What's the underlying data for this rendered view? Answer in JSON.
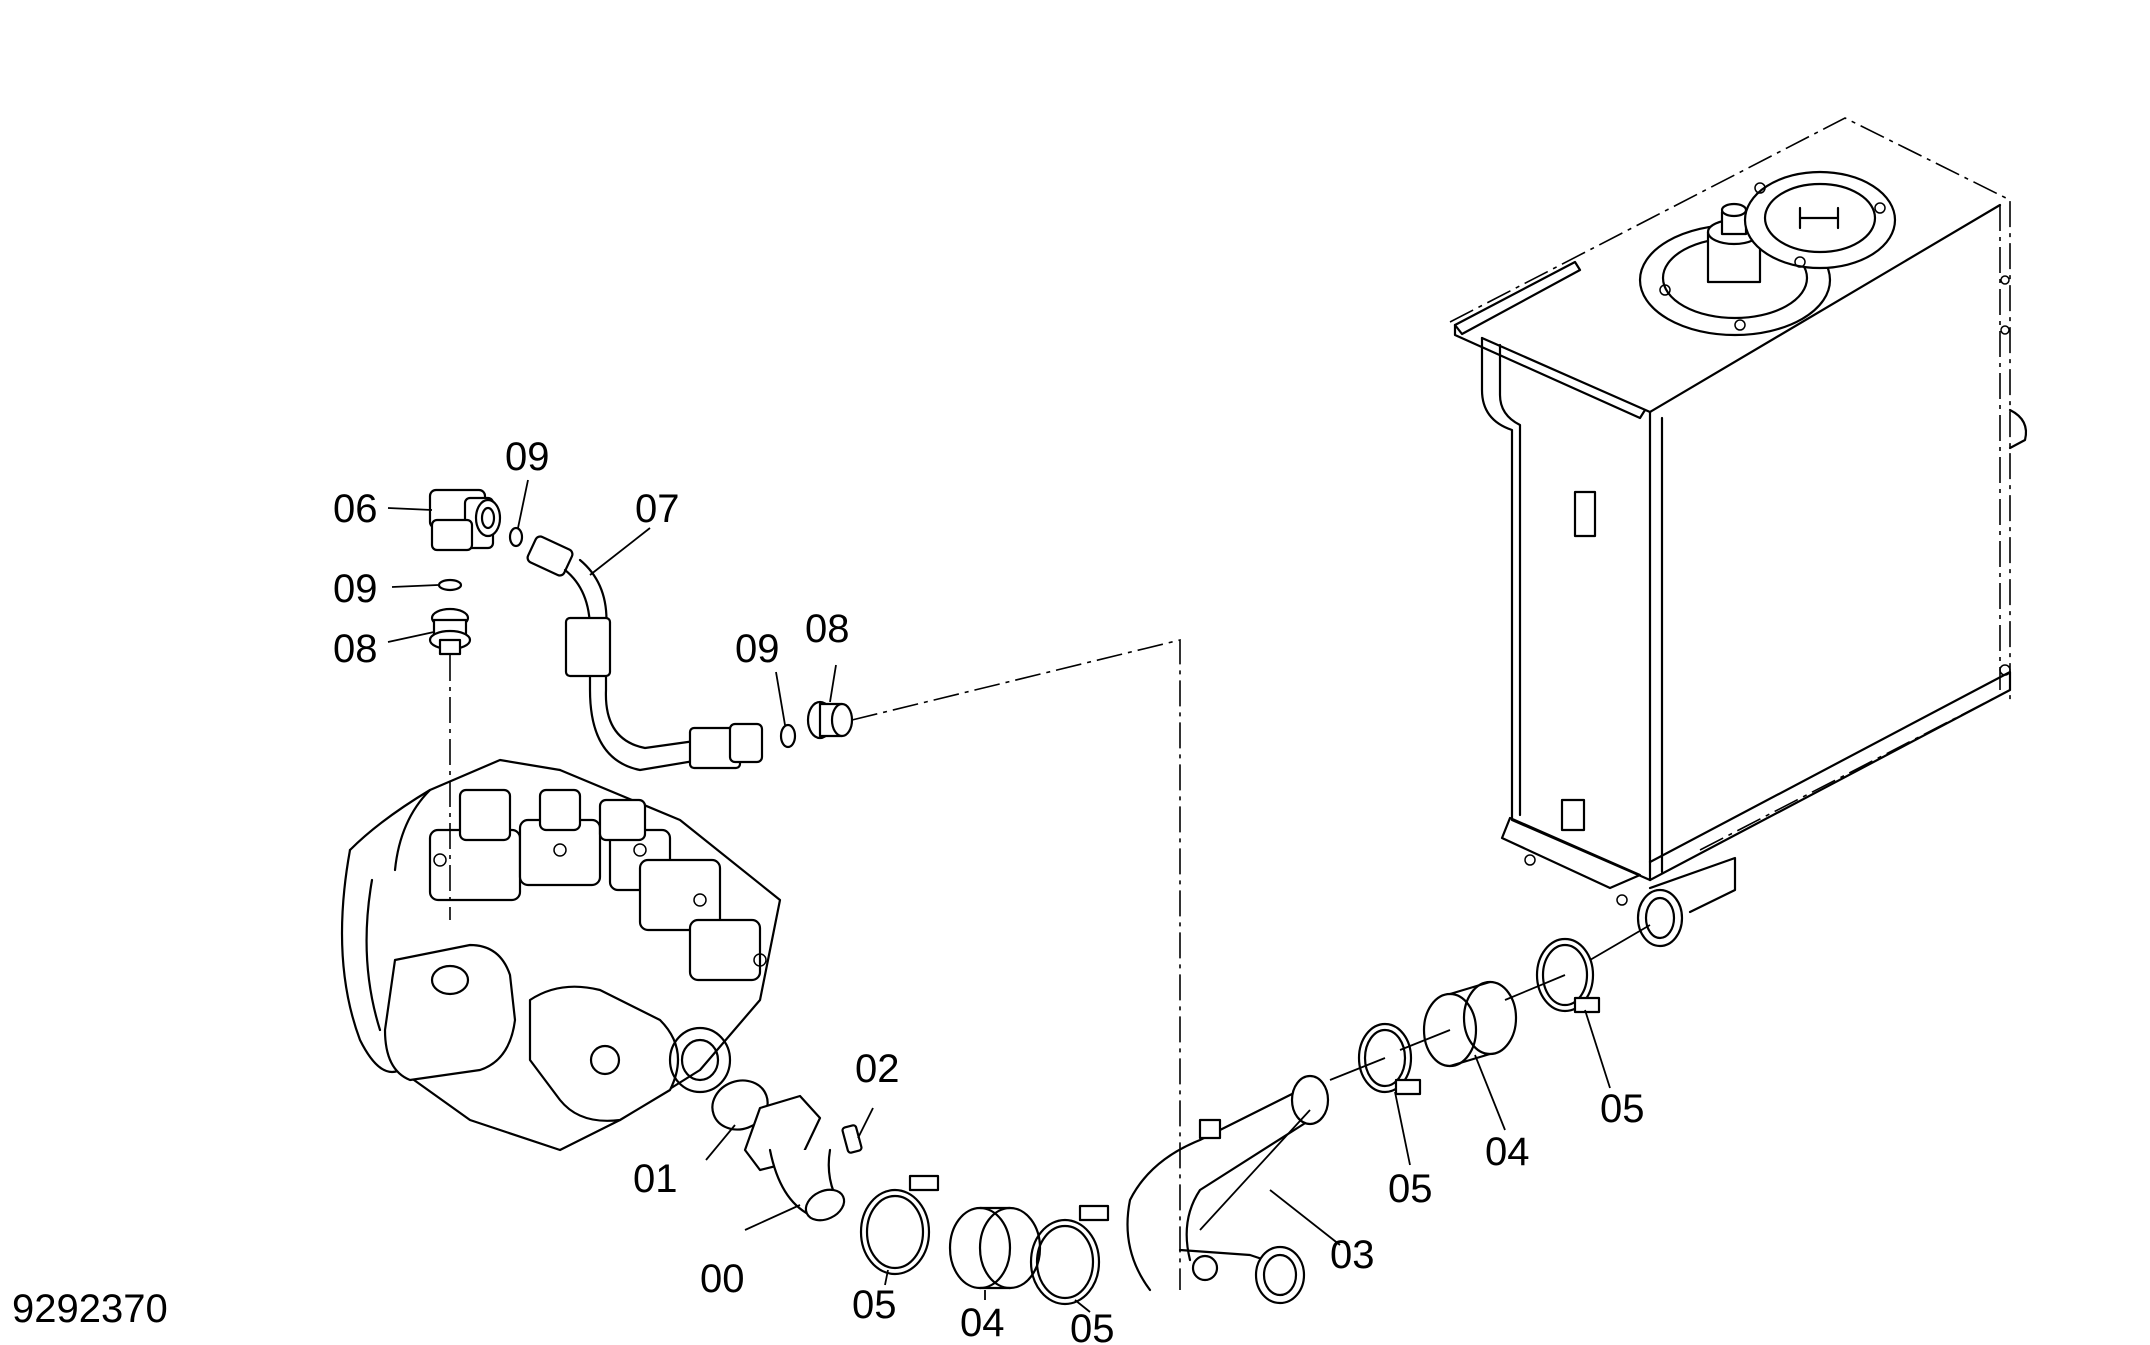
{
  "drawing_number": "9292370",
  "callouts": {
    "c00": "00",
    "c01": "01",
    "c02": "02",
    "c03": "03",
    "c04a": "04",
    "c04b": "04",
    "c05a": "05",
    "c05b": "05",
    "c05c": "05",
    "c05d": "05",
    "c06": "06",
    "c07": "07",
    "c08a": "08",
    "c08b": "08",
    "c09a": "09",
    "c09b": "09",
    "c09c": "09"
  }
}
